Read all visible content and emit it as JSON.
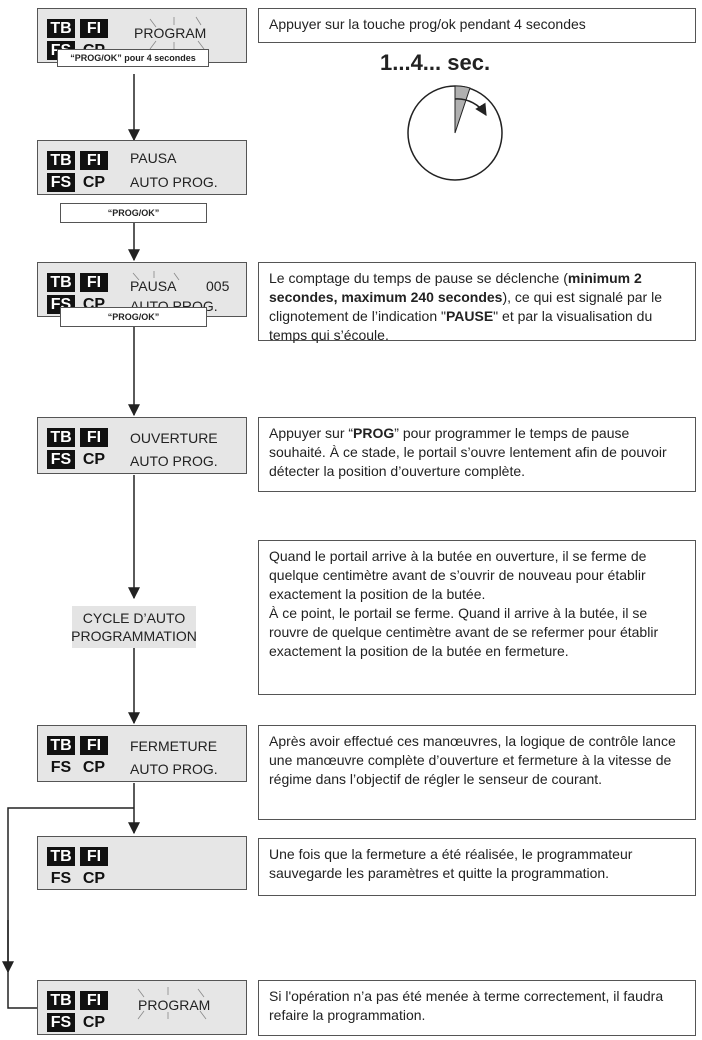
{
  "tags": {
    "tb": "TB",
    "fi": "FI",
    "fs": "FS",
    "cp": "CP"
  },
  "steps": [
    {
      "display": [
        "PROGRAM",
        ""
      ],
      "label": "“PROG/OK” pour 4 secondes",
      "description": [
        "Appuyer sur la touche prog/ok pendant 4 secondes"
      ]
    },
    {
      "display": [
        "PAUSA",
        "AUTO PROG."
      ],
      "label": "“PROG/OK”"
    },
    {
      "display": [
        "PAUSA",
        "AUTO PROG."
      ],
      "counter": "005",
      "label": "“PROG/OK”",
      "description": [
        "Le comptage du temps de pause se déclenche (",
        "minimum 2 secondes, maximum 240 secondes",
        "), ce qui est signalé par le clignotement de l’indication \"",
        "PAUSE",
        "\" et par la visualisation du temps qui s’écoule."
      ]
    },
    {
      "display": [
        "OUVERTURE",
        "AUTO PROG."
      ],
      "description": [
        "Appuyer sur “",
        "PROG",
        "” pour programmer le temps de pause souhaité. À ce stade, le portail s’ouvre lentement afin de pouvoir détecter la position d’ouverture complète."
      ]
    },
    {
      "cycle": [
        "CYCLE D’AUTO",
        "PROGRAMMATION"
      ],
      "description": [
        "Quand le portail arrive à la butée en ouverture, il se ferme de quelque centimètre avant de s’ouvrir de nouveau pour établir exactement la position de la butée.",
        "À ce point, le portail se ferme. Quand il arrive à la butée, il se rouvre de quelque centimètre avant de se refermer pour établir exactement la position de la butée en fermeture."
      ]
    },
    {
      "display": [
        "FERMETURE",
        "AUTO PROG."
      ],
      "description": [
        "Après avoir effectué ces manœuvres, la logique de contrôle lance une manœuvre complète d’ouverture et fermeture à la vitesse de régime dans l’objectif de régler le senseur de courant."
      ]
    },
    {
      "display": [
        "",
        ""
      ],
      "description": [
        "Une fois que la fermeture a été réalisée, le programmateur sauvegarde les paramètres et quitte la programmation."
      ]
    },
    {
      "display": [
        "PROGRAM",
        ""
      ],
      "description": [
        "Si l'opération n’a pas été menée à terme correctement, il faudra refaire la programmation."
      ]
    }
  ],
  "timer": {
    "label": "1...4... sec."
  },
  "colors": {
    "lcd_bg": "#e6e6e6",
    "tag_dark": "#111111",
    "border": "#555555",
    "cycle_bg": "#e4e4e4"
  }
}
